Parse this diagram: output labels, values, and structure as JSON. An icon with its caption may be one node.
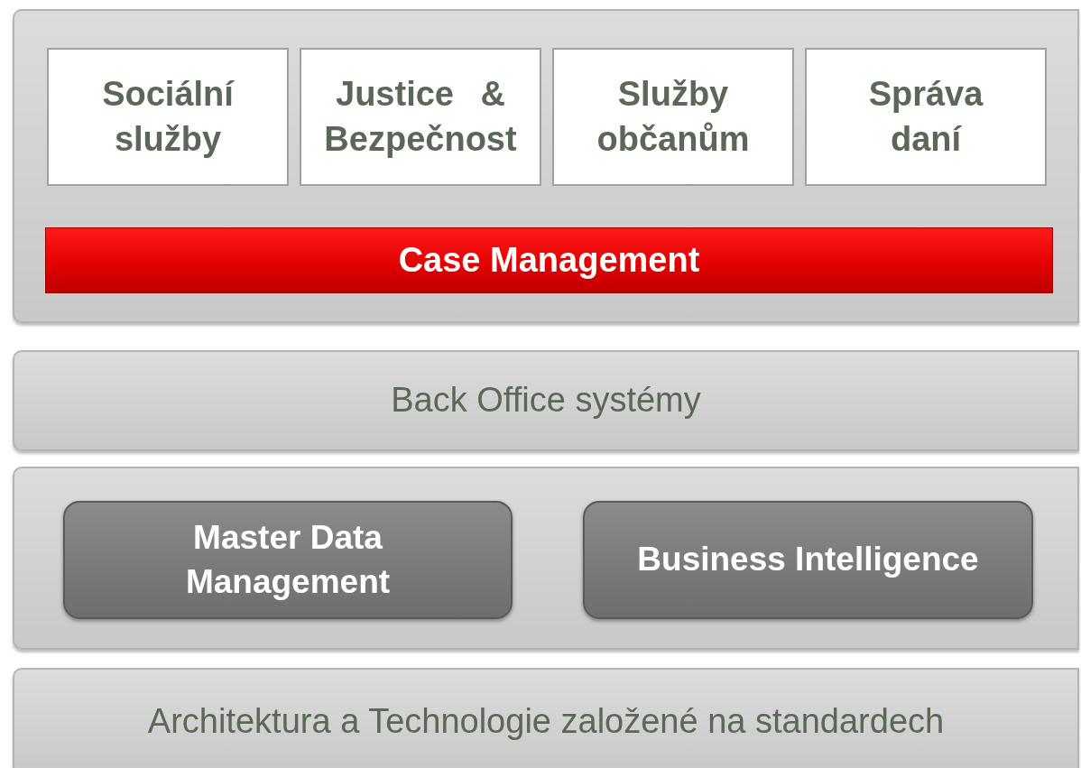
{
  "diagram": {
    "nodes": [
      {
        "text": [],
        "shape": "box"
      },
      {
        "text": [
          "Sociální služby"
        ],
        "in": 0
      },
      {
        "text": [
          "Justice & Bezpečnost"
        ],
        "in": 0
      },
      {
        "text": [
          "Služby občanům"
        ],
        "in": 0
      },
      {
        "text": [
          "Správa daní"
        ],
        "in": 0
      },
      {
        "text": [
          "Case Management"
        ],
        "in": 0
      },
      {
        "text": [
          "Back Office systémy"
        ]
      },
      {
        "text": [],
        "shape": "box"
      },
      {
        "text": [
          "Master Data Management"
        ],
        "in": 7
      },
      {
        "text": [
          "Business Intelligence"
        ],
        "in": 7
      },
      {
        "text": [
          "Architektura a Technologie založené na standardech"
        ]
      }
    ]
  }
}
